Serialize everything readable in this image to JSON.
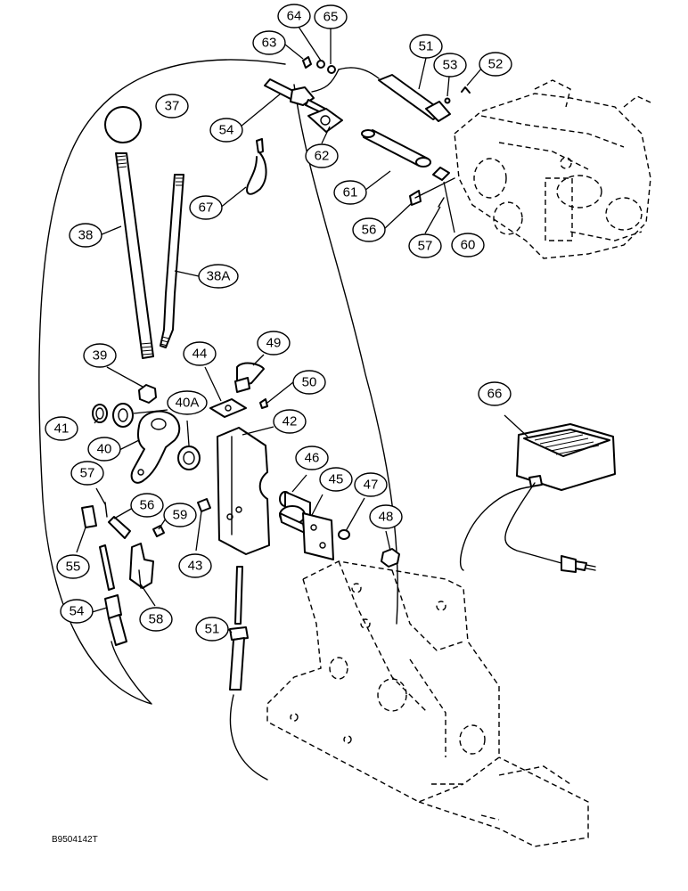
{
  "callouts": [
    {
      "id": "63",
      "label": "63"
    },
    {
      "id": "64",
      "label": "64"
    },
    {
      "id": "65",
      "label": "65"
    },
    {
      "id": "51a",
      "label": "51"
    },
    {
      "id": "52",
      "label": "52"
    },
    {
      "id": "53",
      "label": "53"
    },
    {
      "id": "37",
      "label": "37"
    },
    {
      "id": "54a",
      "label": "54"
    },
    {
      "id": "62",
      "label": "62"
    },
    {
      "id": "61",
      "label": "61"
    },
    {
      "id": "67",
      "label": "67"
    },
    {
      "id": "56a",
      "label": "56"
    },
    {
      "id": "57a",
      "label": "57"
    },
    {
      "id": "60",
      "label": "60"
    },
    {
      "id": "38",
      "label": "38"
    },
    {
      "id": "38A",
      "label": "38A"
    },
    {
      "id": "39",
      "label": "39"
    },
    {
      "id": "44",
      "label": "44"
    },
    {
      "id": "49",
      "label": "49"
    },
    {
      "id": "50",
      "label": "50"
    },
    {
      "id": "41",
      "label": "41"
    },
    {
      "id": "40A",
      "label": "40A"
    },
    {
      "id": "42",
      "label": "42"
    },
    {
      "id": "40",
      "label": "40"
    },
    {
      "id": "66",
      "label": "66"
    },
    {
      "id": "46",
      "label": "46"
    },
    {
      "id": "45",
      "label": "45"
    },
    {
      "id": "47",
      "label": "47"
    },
    {
      "id": "57b",
      "label": "57"
    },
    {
      "id": "56b",
      "label": "56"
    },
    {
      "id": "59",
      "label": "59"
    },
    {
      "id": "48",
      "label": "48"
    },
    {
      "id": "43",
      "label": "43"
    },
    {
      "id": "55",
      "label": "55"
    },
    {
      "id": "54b",
      "label": "54"
    },
    {
      "id": "58",
      "label": "58"
    },
    {
      "id": "51b",
      "label": "51"
    }
  ],
  "figure_code": "B9504142T"
}
